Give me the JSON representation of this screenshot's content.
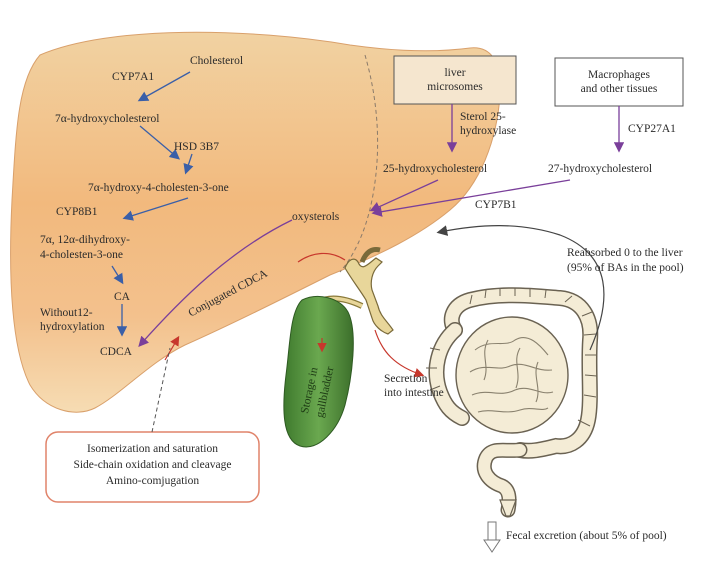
{
  "colors": {
    "liver_top": "#f1d2a2",
    "liver_mid": "#f2b97d",
    "liver_bottom": "#f6dcb3",
    "gallbladder": "#5f9b45",
    "intestine": "#f4ecd6",
    "blue_arrow": "#3a5fa8",
    "purple_arrow": "#7a3f9a",
    "red_arrow": "#c7372c",
    "box_border": "#e0836a"
  },
  "labels": {
    "cholesterol": "Cholesterol",
    "cyp7a1": "CYP7A1",
    "hydroxycholesterol_7a": "7α-hydroxycholesterol",
    "hsd3b7": "HSD 3B7",
    "hydroxy_cholesten": "7α-hydroxy-4-cholesten-3-one",
    "cyp8b1": "CYP8B1",
    "dihydroxy_line1": "7α, 12α-dihydroxy-",
    "dihydroxy_line2": "4-cholesten-3-one",
    "ca": "CA",
    "without12_line1": "Without12-",
    "without12_line2": "hydroxylation",
    "cdca": "CDCA",
    "conjugated_cdca": "Conjugated CDCA",
    "oxysterols": "oxysterols",
    "liver_microsomes_line1": "liver",
    "liver_microsomes_line2": "microsomes",
    "sterol25_line1": "Sterol 25-",
    "sterol25_line2": "hydroxylase",
    "hydroxycholesterol_25": "25-hydroxycholesterol",
    "macrophages_line1": "Macrophages",
    "macrophages_line2": "and other tissues",
    "cyp27a1": "CYP27A1",
    "hydroxycholesterol_27": "27-hydroxycholesterol",
    "cyp7b1": "CYP7B1",
    "reabsorbed_line1": "Reabsorbed 0 to the liver",
    "reabsorbed_line2": "(95% of BAs in the pool)",
    "storage_line1": "Storage in",
    "storage_line2": "gallbladder",
    "secretion_line1": "Secretion",
    "secretion_line2": "into intestine",
    "modification_line1": "Isomerization and saturation",
    "modification_line2": "Side-chain oxidation and cleavage",
    "modification_line3": "Amino-comjugation",
    "fecal": "Fecal excretion (about 5% of pool)"
  }
}
